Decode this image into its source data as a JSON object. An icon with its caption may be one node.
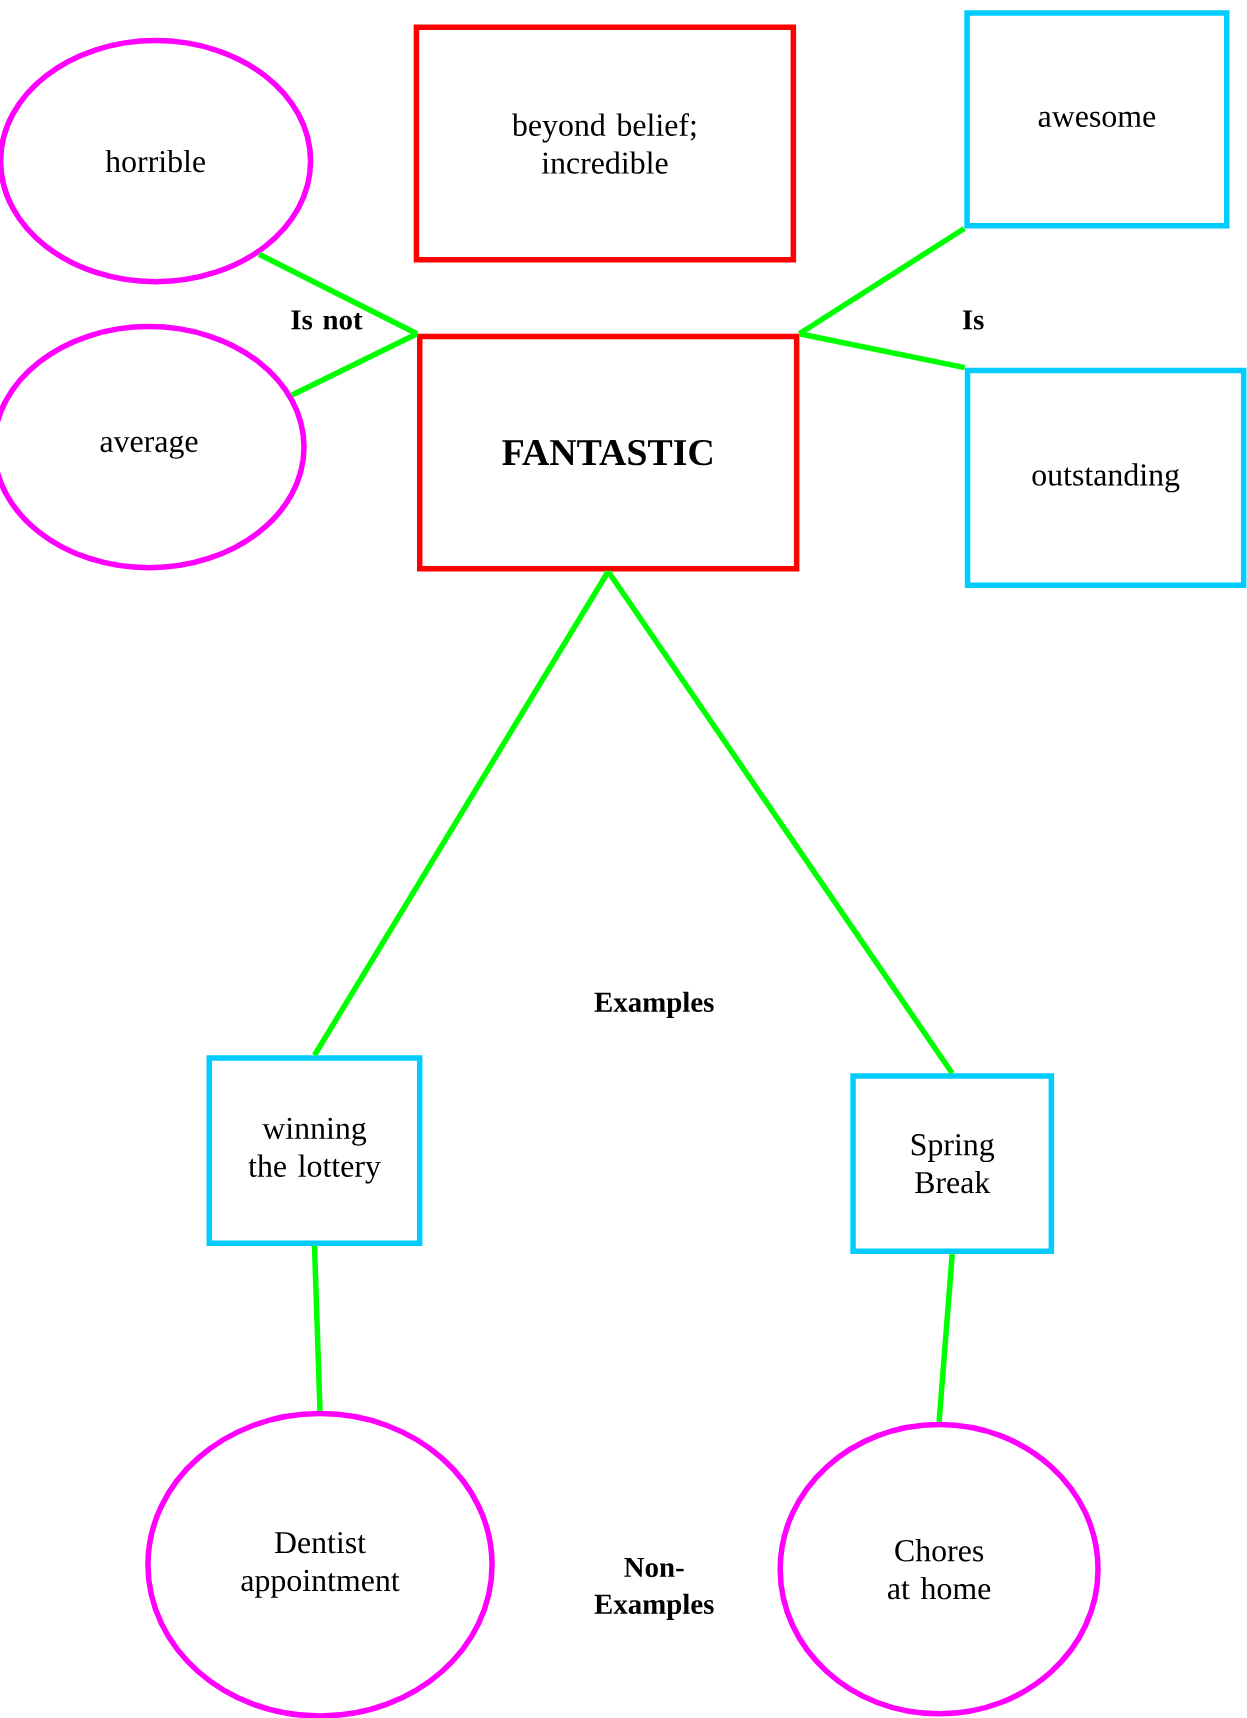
{
  "diagram": {
    "nodes": [
      {
        "text": [
          "horrible"
        ]
      },
      {
        "text": [
          "beyond belief; incredible"
        ]
      },
      {
        "text": [
          "awesome"
        ]
      },
      {
        "text": [
          "average"
        ]
      },
      {
        "text": [
          "FANTASTIC"
        ]
      },
      {
        "text": [
          "outstanding"
        ]
      },
      {
        "text": [
          "winning the lottery"
        ]
      },
      {
        "text": [
          "Spring Break"
        ]
      },
      {
        "text": [
          "Dentist appointment"
        ]
      },
      {
        "text": [
          "Chores at home"
        ]
      }
    ],
    "edges": [
      {
        "from": 0,
        "to": 4,
        "arrow": "none"
      },
      {
        "from": 3,
        "to": 4,
        "arrow": "none"
      },
      {
        "from": 2,
        "to": 4,
        "arrow": "none"
      },
      {
        "from": 5,
        "to": 4,
        "arrow": "none"
      },
      {
        "from": 4,
        "to": 6,
        "arrow": "none"
      },
      {
        "from": 4,
        "to": 7,
        "arrow": "none"
      },
      {
        "from": 6,
        "to": 8,
        "arrow": "none"
      },
      {
        "from": 7,
        "to": 9,
        "arrow": "none"
      }
    ],
    "labels": [
      "Is not",
      "Is",
      "Examples",
      "Non-Examples"
    ]
  }
}
